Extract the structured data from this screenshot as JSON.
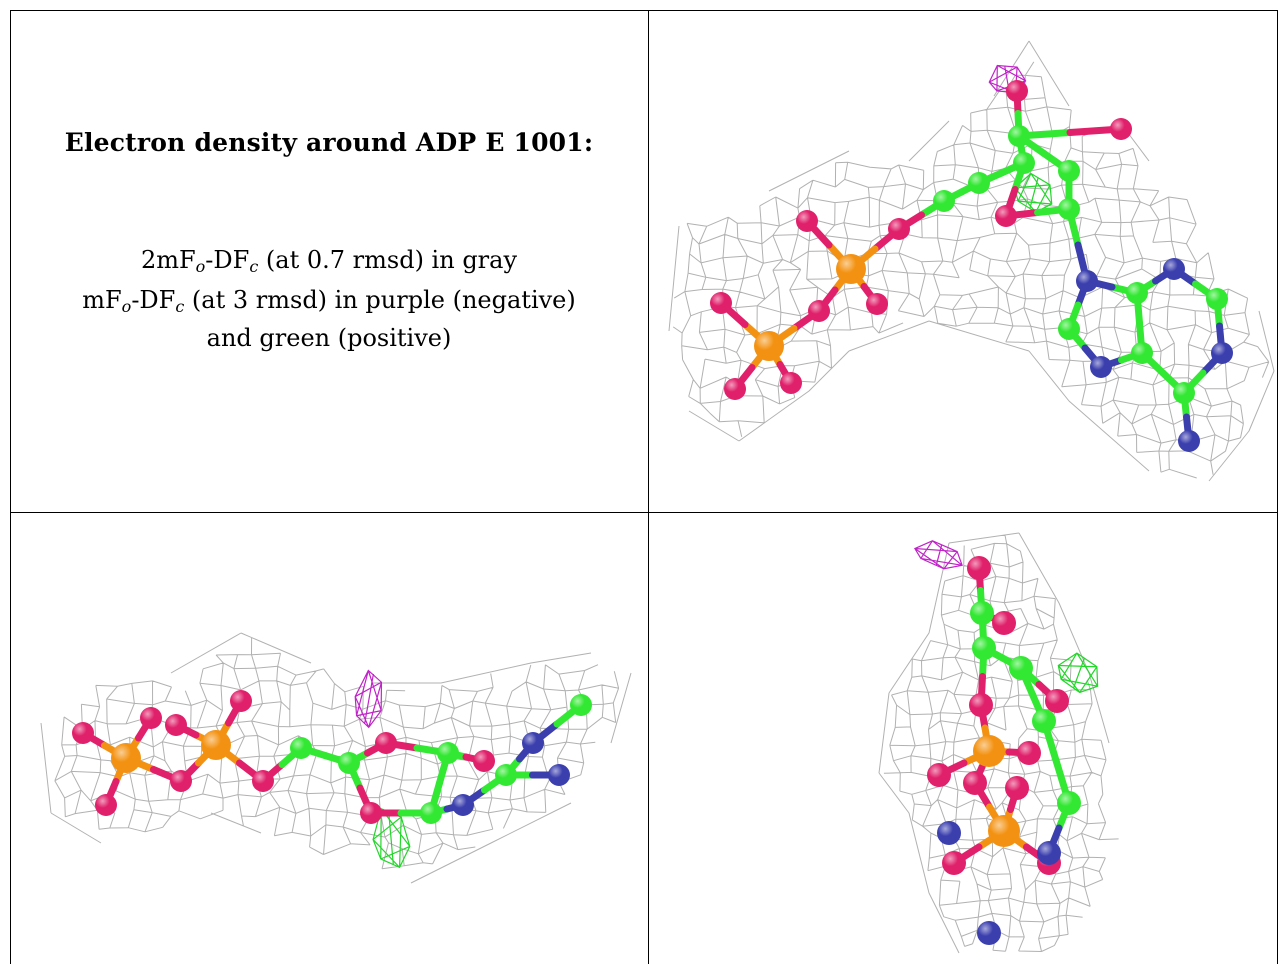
{
  "caption": {
    "title": "Electron density around ADP E 1001:",
    "line1": {
      "prefix": "2mF",
      "sub1": "o",
      "mid": "-DF",
      "sub2": "c",
      "suffix": " (at 0.7 rmsd) in gray"
    },
    "line2": {
      "prefix": "mF",
      "sub1": "o",
      "mid": "-DF",
      "sub2": "c",
      "suffix": " (at 3 rmsd) in purple (negative)"
    },
    "line3": "and green (positive)"
  },
  "colors": {
    "mesh": "#a9a9a9",
    "carbon": "#33e833",
    "oxygen": "#e0206a",
    "phosphorus": "#f39212",
    "nitrogen": "#3b3fae",
    "negative_density": "#c023c8",
    "positive_density": "#23d62a"
  },
  "panels": [
    {
      "name": "view-top-right"
    },
    {
      "name": "view-bottom-left"
    },
    {
      "name": "view-bottom-right"
    }
  ]
}
